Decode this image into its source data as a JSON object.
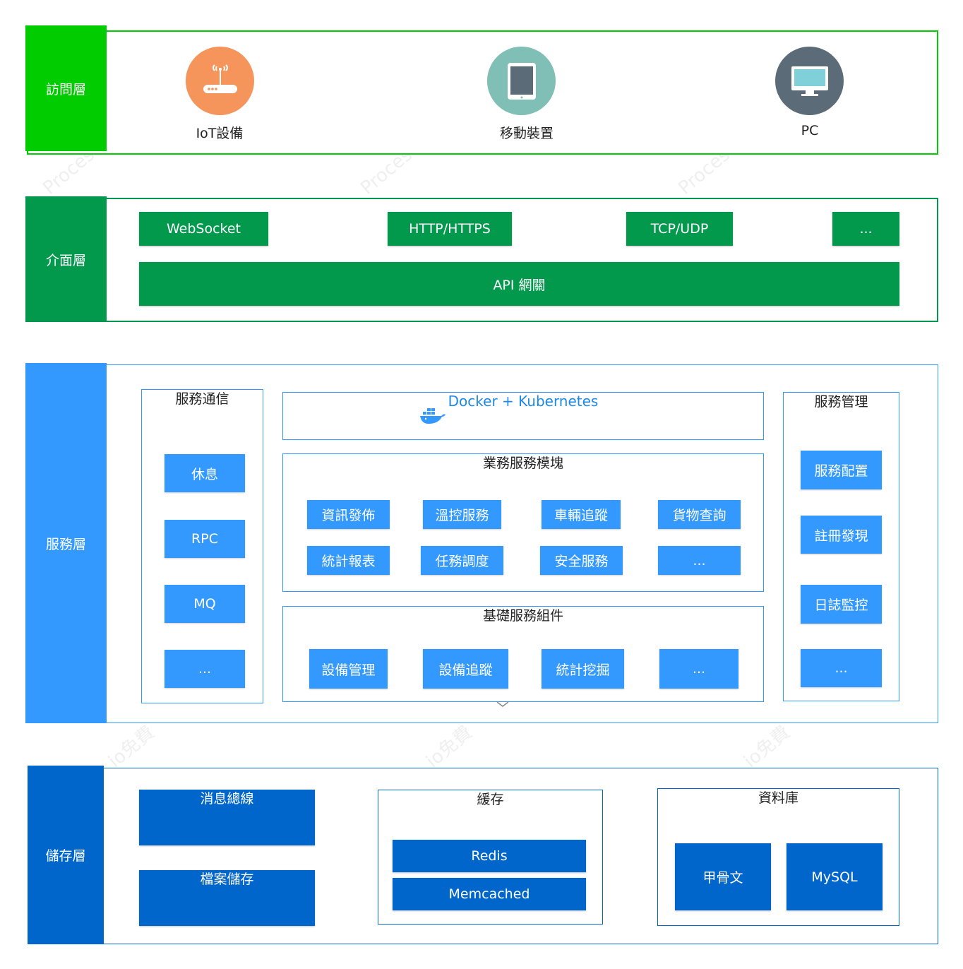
{
  "colors": {
    "access": "#00cc00",
    "interface": "#03994d",
    "service": "#3399ff",
    "storage": "#0066cc",
    "iot": "#f5945b",
    "mobile": "#7fbfb5",
    "pc": "#5b6b77"
  },
  "access": {
    "label": "訪問層",
    "devices": [
      {
        "label": "IoT設備",
        "icon": "router-icon"
      },
      {
        "label": "移動裝置",
        "icon": "tablet-icon"
      },
      {
        "label": "PC",
        "icon": "monitor-icon"
      }
    ]
  },
  "interface": {
    "label": "介面層",
    "protocols": [
      "WebSocket",
      "HTTP/HTTPS",
      "TCP/UDP",
      "..."
    ],
    "gateway": "API 網關"
  },
  "service": {
    "label": "服務層",
    "comm": {
      "title": "服務通信",
      "items": [
        "休息",
        "RPC",
        "MQ",
        "..."
      ]
    },
    "container": {
      "title": "Docker + Kubernetes",
      "icon": "docker-whale-icon"
    },
    "business": {
      "title": "業務服務模塊",
      "items": [
        "資訊發佈",
        "溫控服務",
        "車輛追蹤",
        "貨物查詢",
        "統計報表",
        "任務調度",
        "安全服務",
        "..."
      ]
    },
    "base": {
      "title": "基礎服務組件",
      "items": [
        "設備管理",
        "設備追蹤",
        "統計挖掘",
        "..."
      ]
    },
    "mgmt": {
      "title": "服務管理",
      "items": [
        "服務配置",
        "註冊發現",
        "日誌監控",
        "..."
      ]
    }
  },
  "storage": {
    "label": "儲存層",
    "bus": "消息總線",
    "file": "檔案儲存",
    "cache": {
      "title": "緩存",
      "items": [
        "Redis",
        "Memcached"
      ]
    },
    "db": {
      "title": "資料庫",
      "items": [
        "甲骨文",
        "MySQL"
      ]
    }
  }
}
